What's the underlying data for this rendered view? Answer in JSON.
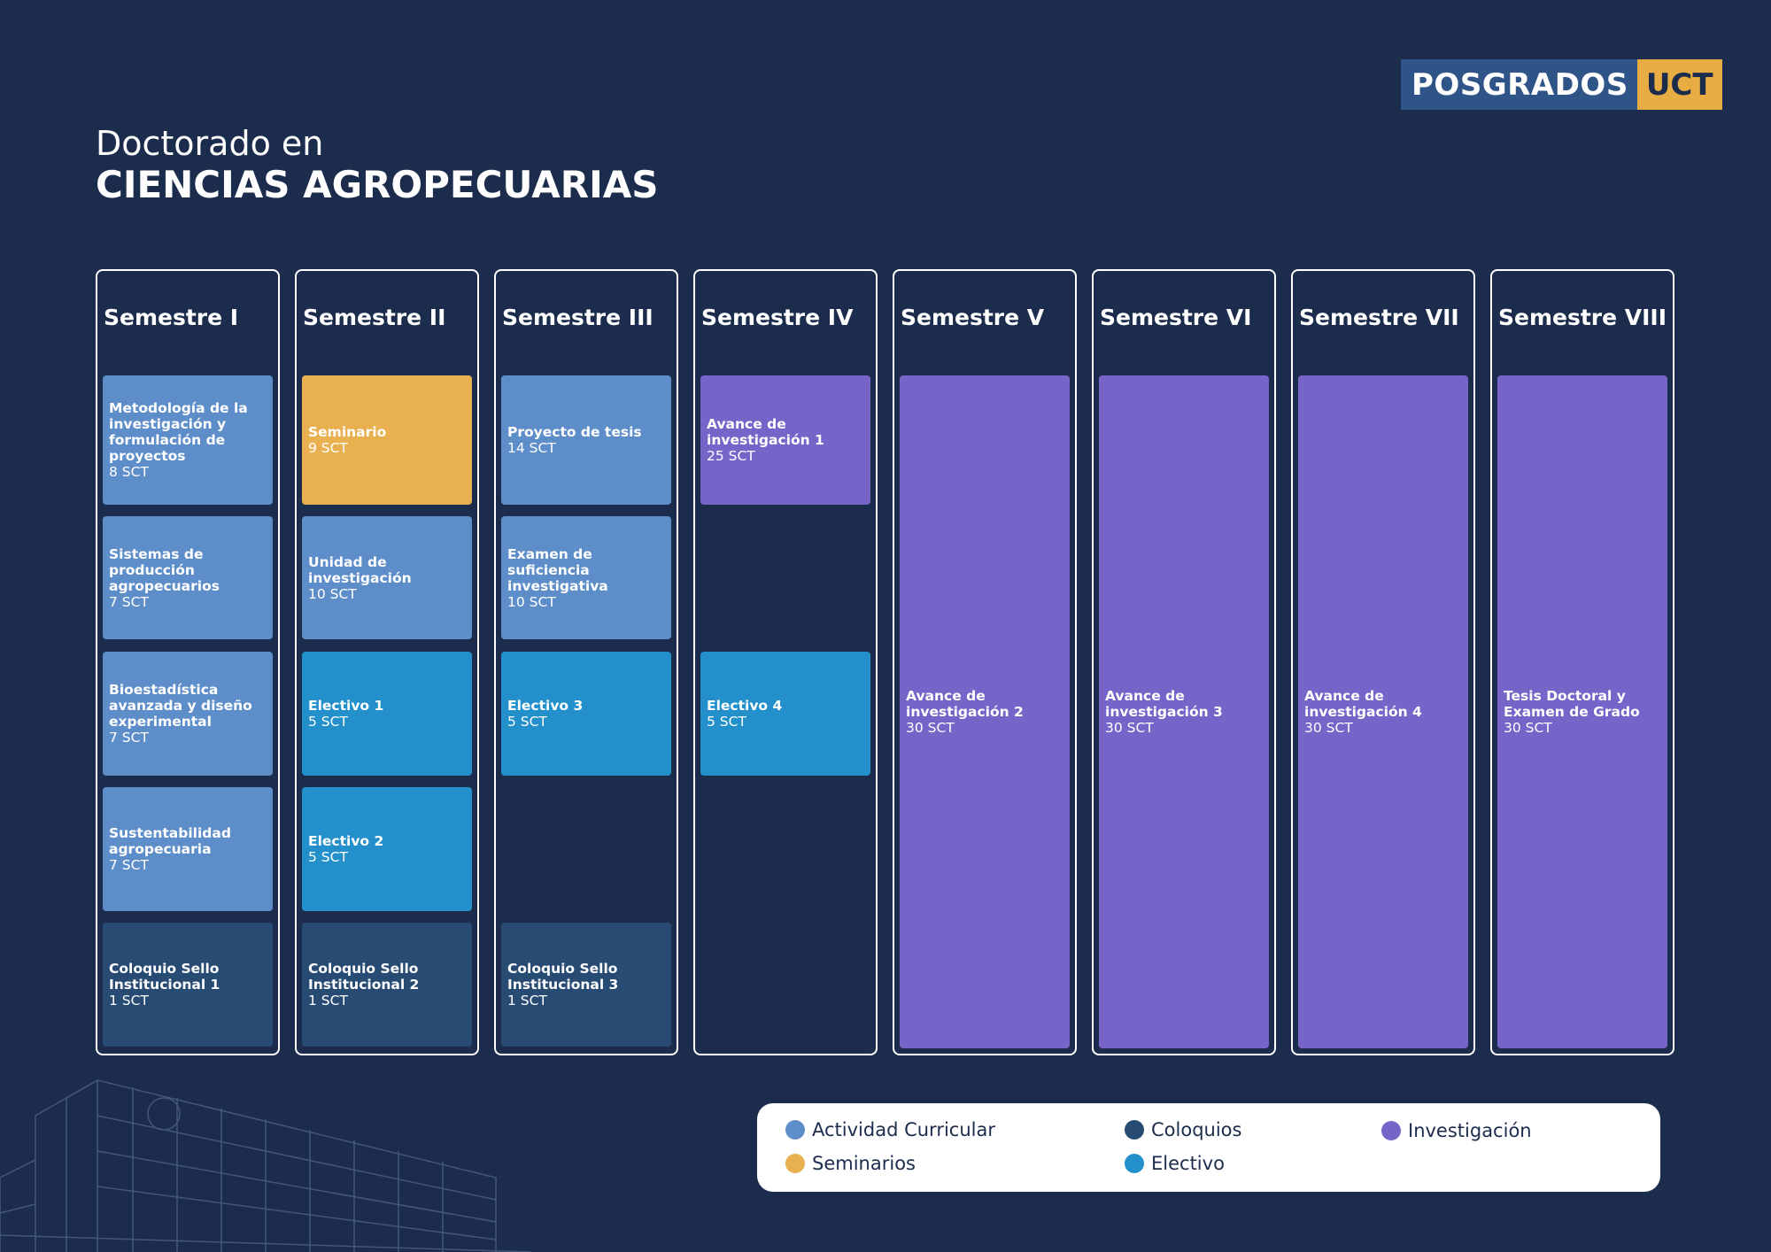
{
  "brand": {
    "main": "POSGRADOS",
    "accent": "UCT"
  },
  "header": {
    "line1": "Doctorado en",
    "line2": "CIENCIAS AGROPECUARIAS"
  },
  "colors": {
    "background": "#1c2c4c",
    "actividad_curricular": "#5e8ec9",
    "seminarios": "#e8b04e",
    "electivo": "#2390cb",
    "coloquios": "#284b74",
    "investigacion": "#7664c8"
  },
  "semesters": [
    {
      "title": "Semestre I",
      "courses": [
        {
          "name": "Metodología de la investigación y formulación de proyectos",
          "credits": "8 SCT",
          "category": "actividad_curricular"
        },
        {
          "name": "Sistemas de producción agropecuarios",
          "credits": "7 SCT",
          "category": "actividad_curricular"
        },
        {
          "name": "Bioestadística avanzada y diseño experimental",
          "credits": "7 SCT",
          "category": "actividad_curricular"
        },
        {
          "name": "Sustentabilidad agropecuaria",
          "credits": "7 SCT",
          "category": "actividad_curricular"
        },
        {
          "name": "Coloquio Sello Institucional 1",
          "credits": "1 SCT",
          "category": "coloquios"
        }
      ]
    },
    {
      "title": "Semestre II",
      "courses": [
        {
          "name": "Seminario",
          "credits": "9 SCT",
          "category": "seminarios"
        },
        {
          "name": "Unidad de investigación",
          "credits": "10 SCT",
          "category": "actividad_curricular"
        },
        {
          "name": "Electivo 1",
          "credits": "5 SCT",
          "category": "electivo"
        },
        {
          "name": "Electivo 2",
          "credits": "5 SCT",
          "category": "electivo"
        },
        {
          "name": "Coloquio Sello Institucional 2",
          "credits": "1 SCT",
          "category": "coloquios"
        }
      ]
    },
    {
      "title": "Semestre III",
      "courses": [
        {
          "name": "Proyecto de tesis",
          "credits": "14 SCT",
          "category": "actividad_curricular"
        },
        {
          "name": "Examen de suficiencia investigativa",
          "credits": "10 SCT",
          "category": "actividad_curricular"
        },
        {
          "name": "Electivo 3",
          "credits": "5 SCT",
          "category": "electivo"
        },
        {
          "name": "Coloquio Sello Institucional 3",
          "credits": "1 SCT",
          "category": "coloquios"
        }
      ]
    },
    {
      "title": "Semestre IV",
      "courses": [
        {
          "name": "Avance de investigación 1",
          "credits": "25 SCT",
          "category": "investigacion"
        },
        {
          "name": "Electivo 4",
          "credits": "5 SCT",
          "category": "electivo"
        }
      ]
    },
    {
      "title": "Semestre V",
      "courses": [
        {
          "name": "Avance de investigación 2",
          "credits": "30 SCT",
          "category": "investigacion"
        }
      ]
    },
    {
      "title": "Semestre VI",
      "courses": [
        {
          "name": "Avance de investigación 3",
          "credits": "30 SCT",
          "category": "investigacion"
        }
      ]
    },
    {
      "title": "Semestre VII",
      "courses": [
        {
          "name": "Avance de investigación 4",
          "credits": "30 SCT",
          "category": "investigacion"
        }
      ]
    },
    {
      "title": "Semestre VIII",
      "courses": [
        {
          "name": "Tesis Doctoral y Examen de Grado",
          "credits": "30 SCT",
          "category": "investigacion"
        }
      ]
    }
  ],
  "legend": [
    {
      "label": "Actividad Curricular",
      "category": "actividad_curricular"
    },
    {
      "label": "Coloquios",
      "category": "coloquios"
    },
    {
      "label": "Investigación",
      "category": "investigacion"
    },
    {
      "label": "Seminarios",
      "category": "seminarios"
    },
    {
      "label": "Electivo",
      "category": "electivo"
    }
  ]
}
